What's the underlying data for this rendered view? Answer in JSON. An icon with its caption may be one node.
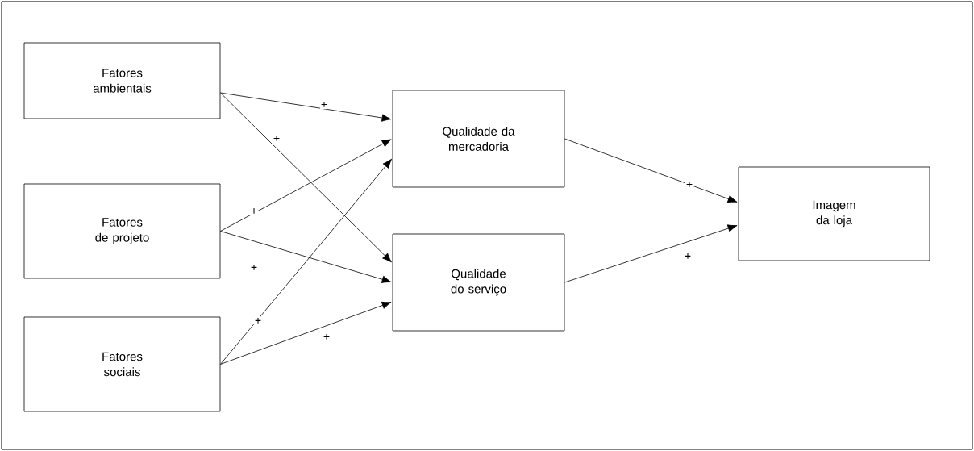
{
  "diagram": {
    "nodes": [
      {
        "text": [
          "Fatores ambientais"
        ]
      },
      {
        "text": [
          "Fatores de projeto"
        ]
      },
      {
        "text": [
          "Fatores sociais"
        ]
      },
      {
        "text": [
          "Qualidade da mercadoria"
        ]
      },
      {
        "text": [
          "Qualidade do serviço"
        ]
      },
      {
        "text": [
          "Imagem da loja"
        ]
      }
    ],
    "edges": [
      {
        "from": 0,
        "to": 3,
        "arrow": "to",
        "label": "+"
      },
      {
        "from": 0,
        "to": 4,
        "arrow": "to",
        "label": "+"
      },
      {
        "from": 1,
        "to": 3,
        "arrow": "to",
        "label": "+"
      },
      {
        "from": 1,
        "to": 4,
        "arrow": "to",
        "label": "+"
      },
      {
        "from": 2,
        "to": 3,
        "arrow": "to",
        "label": "+"
      },
      {
        "from": 2,
        "to": 4,
        "arrow": "to",
        "label": "+"
      },
      {
        "from": 3,
        "to": 5,
        "arrow": "to",
        "label": "+"
      },
      {
        "from": 4,
        "to": 5,
        "arrow": "to",
        "label": "+"
      }
    ]
  }
}
